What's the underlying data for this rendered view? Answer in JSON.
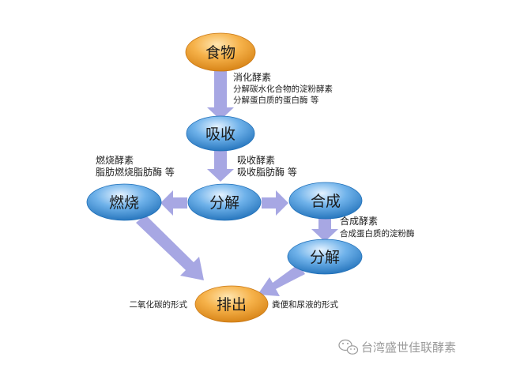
{
  "nodes": {
    "food": "食物",
    "absorb": "吸收",
    "decompose": "分解",
    "burn": "燃烧",
    "synthesize": "合成",
    "decompose2": "分解",
    "excrete": "排出"
  },
  "annotations": {
    "digestive": [
      "消化酵素",
      "分解碳水化合物的淀粉酵素",
      "分解蛋白质的蛋白酶 等"
    ],
    "combustion": [
      "燃烧酵素",
      "脂肪燃烧脂肪酶 等"
    ],
    "absorption": [
      "吸收酵素",
      "吸收脂肪酶 等"
    ],
    "synthesis": [
      "合成酵素",
      "合成蛋白质的淀粉酶"
    ],
    "co2": "二氧化碳的形式",
    "waste": "粪便和尿液的形式"
  },
  "watermark": "台湾盛世佳联酵素",
  "colors": {
    "orange_node": "#f0a63a",
    "blue_node": "#3f8fd0",
    "arrow": "#a7a7e3"
  }
}
